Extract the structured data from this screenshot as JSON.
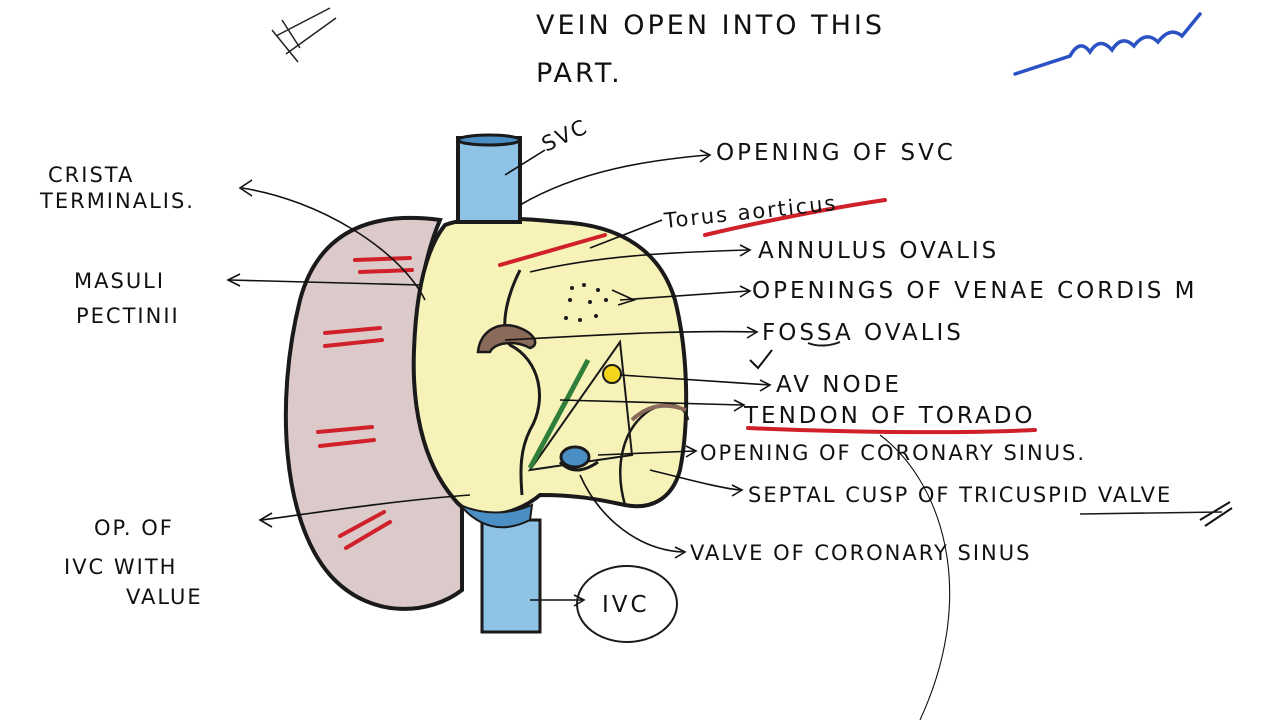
{
  "header": {
    "line1": "VEIN  OPEN  INTO THIS",
    "line2": "PART."
  },
  "labels": {
    "svc": "SVC",
    "opening_svc": "OPENING  OF  SVC",
    "torus": "Torus  aorticus",
    "annulus": "ANNULUS  OVALIS",
    "venae_cordis": "OPENINGS  OF  VENAE  CORDIS  M",
    "fossa": "FOSSA  OVALIS",
    "av_node": "AV  NODE",
    "tendon": "TENDON  OF  TORADO",
    "coronary_opening": "OPENING OF CORONARY SINUS.",
    "septal_cusp": "SEPTAL  CUSP  OF TRICUSPID VALVE",
    "valve_coronary": "VALVE  OF  CORONARY  SINUS",
    "ivc": "IVC",
    "crista_1": "CRISTA",
    "crista_2": "TERMINALIS.",
    "musculi_1": "MASULI",
    "musculi_2": "PECTINII",
    "op_ivc_1": "OP.  OF",
    "op_ivc_2": "IVC  WITH",
    "op_ivc_3": "VALUE"
  },
  "colors": {
    "ink": "#111111",
    "vein_blue": "#8ec3e6",
    "vein_blue_dark": "#4a8ec4",
    "atrium_yellow": "#f7f2b8",
    "auricle_pink": "#dcc9c9",
    "muscle_red": "#d0202a",
    "green_tendon": "#2f7f3a",
    "av_node_yellow": "#f2d51c",
    "fossa_brown": "#8a6a5a",
    "pen_blue": "#2a52c4"
  }
}
